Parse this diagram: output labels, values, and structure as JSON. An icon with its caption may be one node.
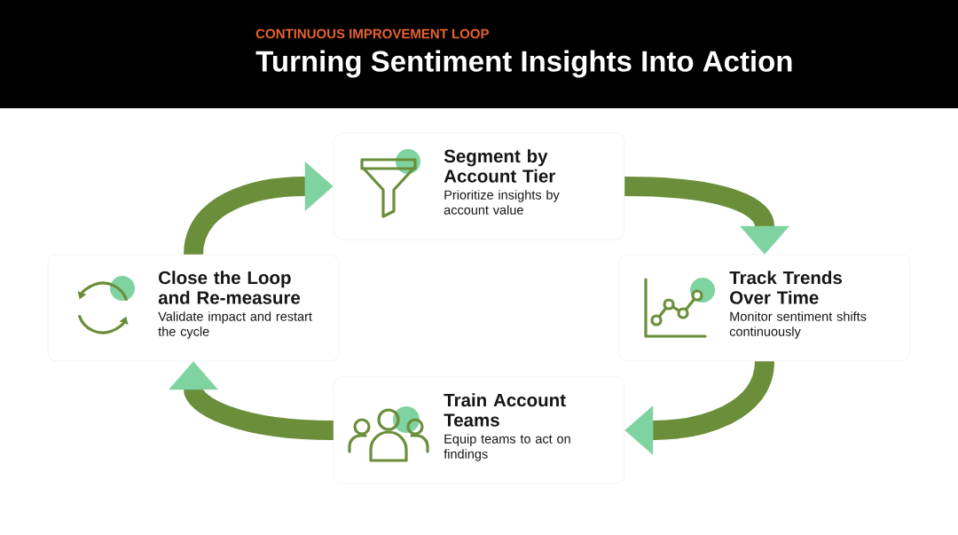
{
  "diagram": {
    "title": "Turning Sentiment Insights Into Action",
    "nodes": [
      {
        "text": [
          "Segment by Account Tier",
          "Prioritize insights by account value"
        ]
      },
      {
        "text": [
          "Track Trends Over Time",
          "Monitor sentiment shifts continuously"
        ]
      },
      {
        "text": [
          "Train Account Teams",
          "Equip teams to act on findings"
        ]
      },
      {
        "text": [
          "Close the Loop and Re-measure",
          "Validate impact and restart the cycle"
        ]
      }
    ],
    "edges": [
      {
        "from": 0,
        "to": 1,
        "arrow": "to"
      },
      {
        "from": 1,
        "to": 2,
        "arrow": "to"
      },
      {
        "from": 2,
        "to": 3,
        "arrow": "to"
      },
      {
        "from": 3,
        "to": 0,
        "arrow": "to"
      }
    ],
    "labels": [
      "CONTINUOUS IMPROVEMENT LOOP"
    ]
  }
}
